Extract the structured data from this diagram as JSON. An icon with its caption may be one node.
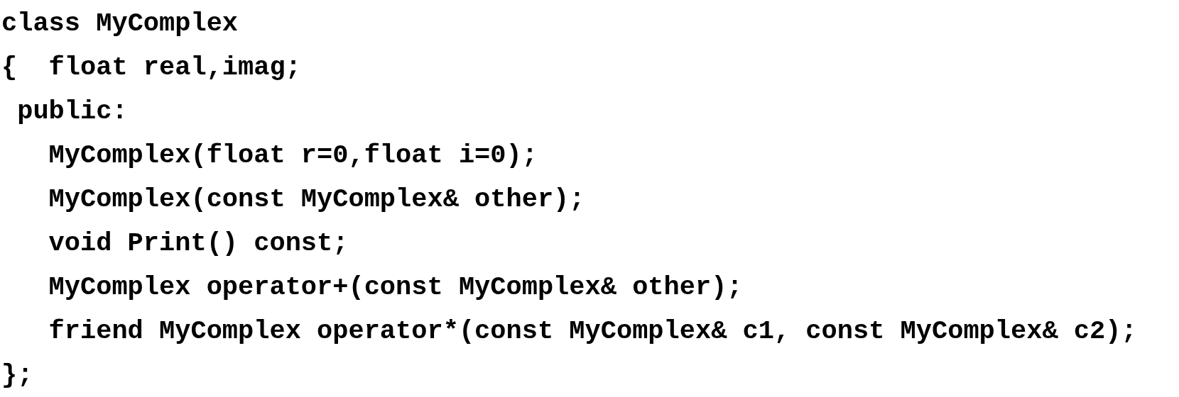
{
  "diagram": {
    "labels": [
      "class MyComplex",
      "{  float real,imag;",
      "public:",
      "MyComplex(float r=0,float i=0);",
      "MyComplex(const MyComplex& other);",
      "void Print() const;",
      "MyComplex operator+(const MyComplex& other);",
      "friend MyComplex operator*(const MyComplex& c1, const MyComplex& c2);",
      "};"
    ]
  }
}
